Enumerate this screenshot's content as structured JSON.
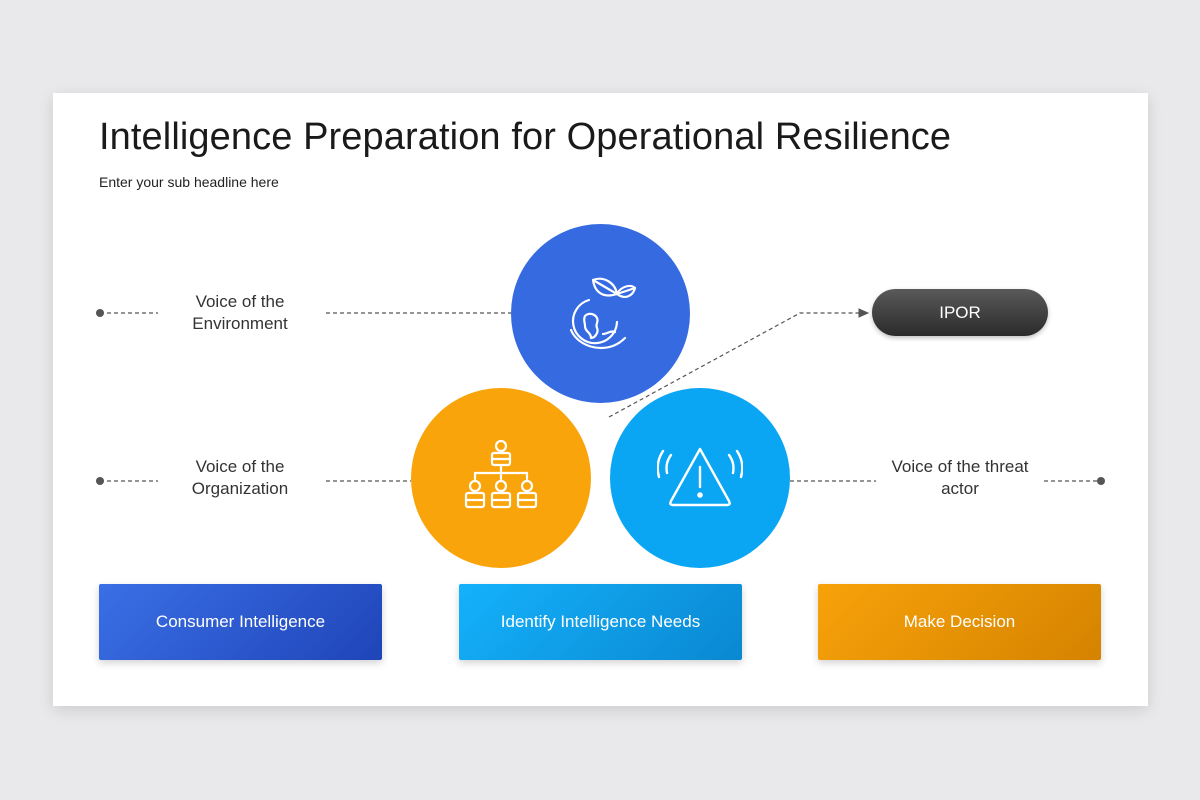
{
  "slide": {
    "title": "Intelligence Preparation for Operational Resilience",
    "subtitle": "Enter your sub headline here"
  },
  "voices": {
    "environment": "Voice of the Environment",
    "organization": "Voice of the Organization",
    "threat": "Voice of the threat actor"
  },
  "circles": {
    "environment": {
      "icon": "earth-leaf-icon",
      "color": "#356ae0"
    },
    "organization": {
      "icon": "org-chart-icon",
      "color": "#f9a40a"
    },
    "threat": {
      "icon": "alert-triangle-icon",
      "color": "#0aa6f4"
    }
  },
  "ipor_label": "IPOR",
  "boxes": [
    {
      "label": "Consumer Intelligence",
      "color": "#2a57d0"
    },
    {
      "label": "Identify Intelligence Needs",
      "color": "#0a9be6"
    },
    {
      "label": "Make Decision",
      "color": "#e89300"
    }
  ]
}
